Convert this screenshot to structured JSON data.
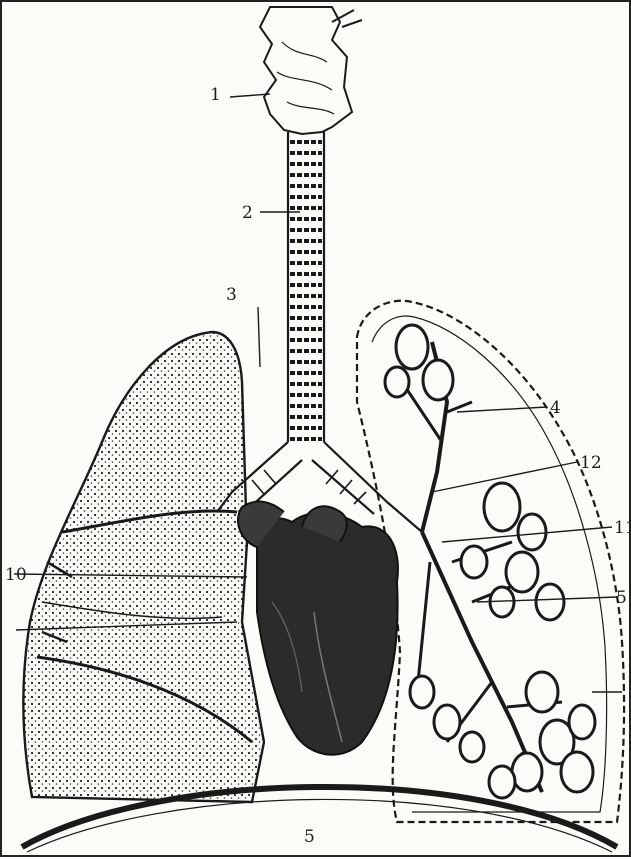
{
  "labels": {
    "l1": "1",
    "l2": "2",
    "l3": "3",
    "l4": "4",
    "l5": "5",
    "l10": "10",
    "l11": "11",
    "l12": "12",
    "bottom": "5"
  },
  "colors": {
    "ink": "#1a1a1a",
    "heart": "#2b2b2b",
    "paper": "#fbfbf8"
  }
}
